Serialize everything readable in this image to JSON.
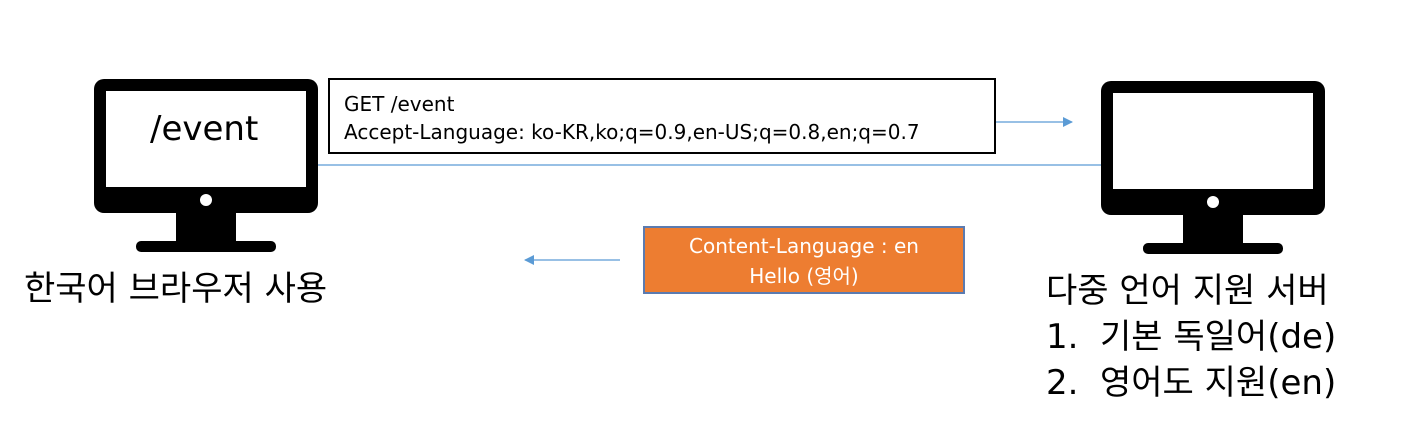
{
  "client": {
    "screen_text": "/event",
    "label": "한국어 브라우저 사용"
  },
  "request": {
    "line1": "GET /event",
    "line2": "Accept-Language:  ko-KR,ko;q=0.9,en-US;q=0.8,en;q=0.7"
  },
  "response": {
    "line1": "Content-Language : en",
    "line2": "Hello (영어)"
  },
  "server": {
    "title": "다중 언어 지원 서버",
    "items": [
      {
        "num": "1.",
        "text": "기본 독일어(de)"
      },
      {
        "num": "2.",
        "text": "영어도 지원(en)"
      }
    ]
  },
  "colors": {
    "monitor": "#000000",
    "arrow": "#5B9BD5",
    "response_fill": "#ED7D31",
    "response_border": "#5B7BB0"
  },
  "icons": {
    "client": "monitor-icon",
    "server": "monitor-icon"
  }
}
